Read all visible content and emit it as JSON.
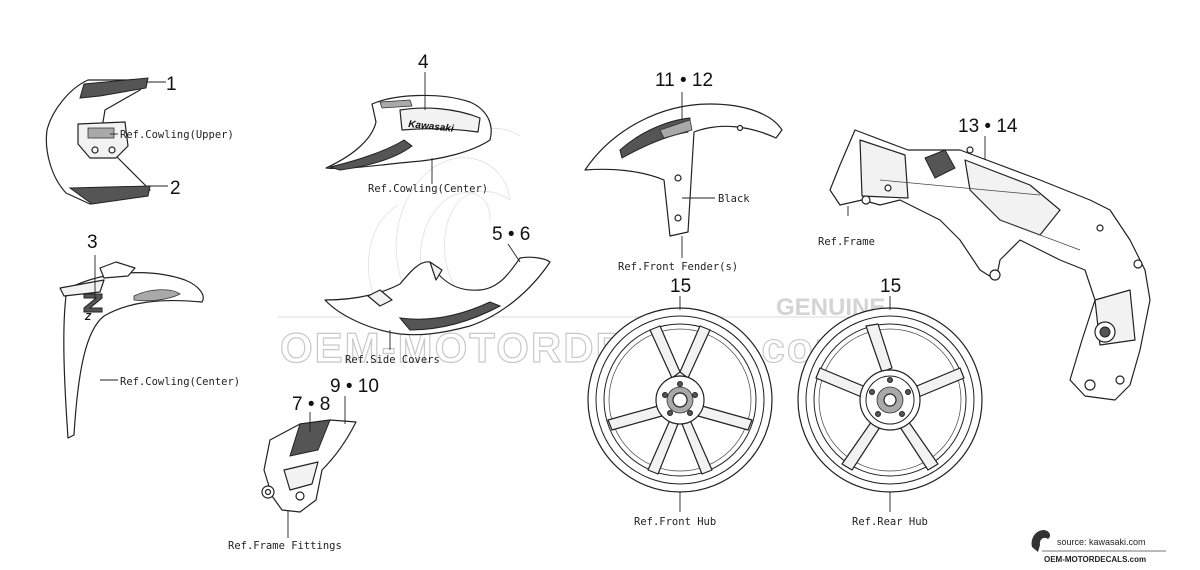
{
  "callouts": {
    "c1": "1",
    "c2": "2",
    "c3": "3",
    "c4": "4",
    "c5_6": "5 • 6",
    "c7_8": "7 • 8",
    "c9_10": "9 • 10",
    "c11_12": "11 • 12",
    "c13_14": "13 • 14",
    "c15_front": "15",
    "c15_rear": "15"
  },
  "references": {
    "cowling_upper": "Ref.Cowling(Upper)",
    "cowling_center_top": "Ref.Cowling(Center)",
    "cowling_center_left": "Ref.Cowling(Center)",
    "side_covers": "Ref.Side Covers",
    "frame_fittings": "Ref.Frame Fittings",
    "front_fender": "Ref.Front Fender(s)",
    "black": "Black",
    "frame": "Ref.Frame",
    "front_hub": "Ref.Front Hub",
    "rear_hub": "Ref.Rear Hub"
  },
  "decal_text": {
    "kawasaki": "Kawasaki",
    "z_badge": "Z"
  },
  "watermark": {
    "main": "OEM-MOTORDECALS.com",
    "genuine": "GENUINE"
  },
  "source": {
    "line1": "source: kawasaki.com",
    "line2": "OEM-MOTORDECALS.com"
  },
  "colors": {
    "line": "#222222",
    "watermark": "#c9c9c9",
    "background": "#ffffff"
  }
}
